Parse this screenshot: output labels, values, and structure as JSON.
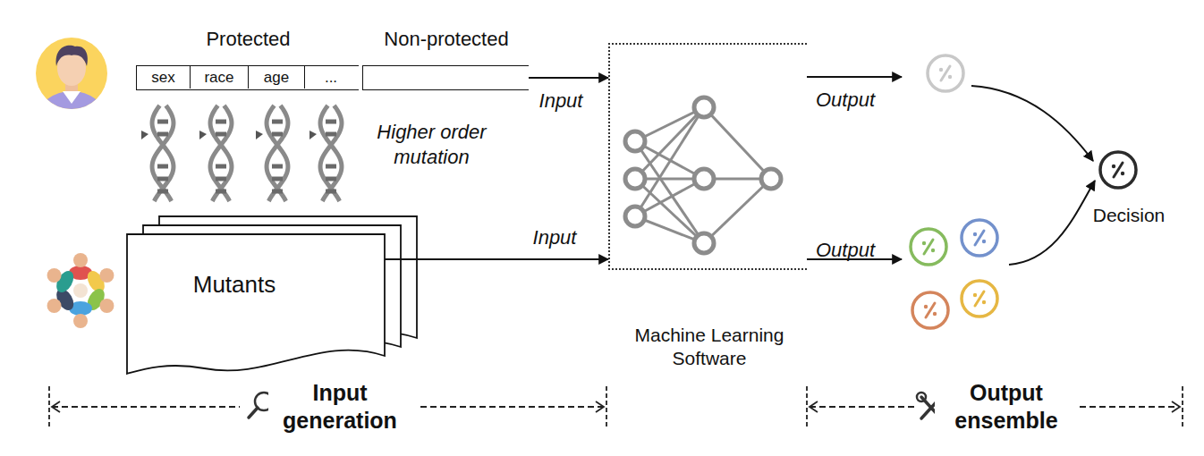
{
  "diagram": {
    "nodes": [
      {
        "text": [
          "Protected"
        ]
      },
      {
        "text": [
          "sex"
        ],
        "in": 0
      },
      {
        "text": [
          "race"
        ],
        "in": 0
      },
      {
        "text": [
          "age"
        ],
        "in": 0
      },
      {
        "text": [
          "..."
        ],
        "in": 0
      },
      {
        "text": [
          "Non-protected"
        ]
      },
      {
        "text": [
          "Mutants"
        ]
      },
      {
        "text": [
          "Machine Learning Software"
        ]
      },
      {
        "text": [
          "Decision"
        ]
      }
    ],
    "edges": [
      {
        "from": 5,
        "to": 7,
        "label": "Input",
        "arrow": "to"
      },
      {
        "from": 6,
        "to": 7,
        "label": "Input",
        "arrow": "to"
      }
    ],
    "labels": [
      "Higher order mutation",
      "Output",
      "Output",
      "Input generation",
      "Output ensemble"
    ]
  }
}
